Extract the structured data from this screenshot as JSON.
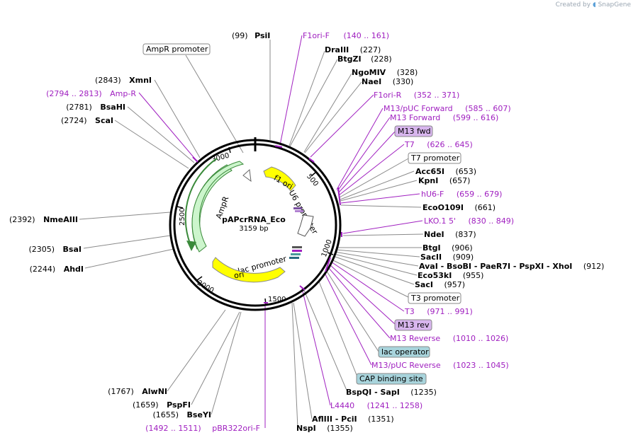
{
  "credit": {
    "prefix": "Created by",
    "app": "SnapGene"
  },
  "plasmid": {
    "name": "pAPcrRNA_Eco",
    "size": "3159 bp"
  },
  "ticks": [
    "500",
    "1000",
    "1500",
    "2000",
    "2500",
    "3000"
  ],
  "features": [
    {
      "name": "f1 ori",
      "type": "ori"
    },
    {
      "name": "U6 promoter",
      "type": "promoter"
    },
    {
      "name": "lac promoter",
      "type": "promoter"
    },
    {
      "name": "ori",
      "type": "ori"
    },
    {
      "name": "AmpR",
      "type": "cds"
    }
  ],
  "right_labels": [
    {
      "pos": "(99)",
      "name": "PsiI"
    },
    {
      "name": "F1ori-F",
      "range": "(140 .. 161)"
    },
    {
      "name": "DraIII",
      "pos": "(227)"
    },
    {
      "name": "BtgZI",
      "pos": "(228)"
    },
    {
      "name": "NgoMIV",
      "pos": "(328)"
    },
    {
      "name": "NaeI",
      "pos": "(330)"
    },
    {
      "name": "F1ori-R",
      "range": "(352 .. 371)"
    },
    {
      "name": "M13/pUC Forward",
      "range": "(585 .. 607)"
    },
    {
      "name": "M13 Forward",
      "range": "(599 .. 616)"
    },
    {
      "name": "M13 fwd"
    },
    {
      "name": "T7",
      "range": "(626 .. 645)"
    },
    {
      "name": "T7 promoter"
    },
    {
      "name": "Acc65I",
      "pos": "(653)"
    },
    {
      "name": "KpnI",
      "pos": "(657)"
    },
    {
      "name": "hU6-F",
      "range": "(659 .. 679)"
    },
    {
      "name": "EcoO109I",
      "pos": "(661)"
    },
    {
      "name": "LKO.1 5'",
      "range": "(830 .. 849)"
    },
    {
      "name": "NdeI",
      "pos": "(837)"
    },
    {
      "name": "BtgI",
      "pos": "(906)"
    },
    {
      "name": "SacII",
      "pos": "(909)"
    },
    {
      "name": "AvaI - BsoBI - PaeR7I - PspXI - XhoI",
      "pos": "(912)"
    },
    {
      "name": "Eco53kI",
      "pos": "(955)"
    },
    {
      "name": "SacI",
      "pos": "(957)"
    },
    {
      "name": "T3 promoter"
    },
    {
      "name": "T3",
      "range": "(971 .. 991)"
    },
    {
      "name": "M13 rev"
    },
    {
      "name": "M13 Reverse",
      "range": "(1010 .. 1026)"
    },
    {
      "name": "lac operator"
    },
    {
      "name": "M13/pUC Reverse",
      "range": "(1023 .. 1045)"
    },
    {
      "name": "CAP binding site"
    },
    {
      "name": "BspQI - SapI",
      "pos": "(1235)"
    },
    {
      "name": "L4440",
      "range": "(1241 .. 1258)"
    },
    {
      "name": "AflIII - PciI",
      "pos": "(1351)"
    },
    {
      "name": "NspI",
      "pos": "(1355)"
    }
  ],
  "left_labels": [
    {
      "name": "AmpR promoter"
    },
    {
      "pos": "(2843)",
      "name": "XmnI"
    },
    {
      "range": "(2794 .. 2813)",
      "name": "Amp-R"
    },
    {
      "pos": "(2781)",
      "name": "BsaHI"
    },
    {
      "pos": "(2724)",
      "name": "ScaI"
    },
    {
      "pos": "(2392)",
      "name": "NmeAIII"
    },
    {
      "pos": "(2305)",
      "name": "BsaI"
    },
    {
      "pos": "(2244)",
      "name": "AhdI"
    },
    {
      "pos": "(1767)",
      "name": "AlwNI"
    },
    {
      "pos": "(1659)",
      "name": "PspFI"
    },
    {
      "pos": "(1655)",
      "name": "BseYI"
    },
    {
      "range": "(1492 .. 1511)",
      "name": "pBR322ori-F"
    }
  ],
  "colors": {
    "backbone": "#000000",
    "enzyme_line": "#8a8a8a",
    "primer": "#a020c0",
    "ori_fill": "#ffff00",
    "ampr_fill": "#ccf5cc",
    "ampr_stroke": "#3a8a3a",
    "promoter_fill": "#ffffff",
    "primer_box_fill": "#d8b6ee",
    "regulatory_box_fill": "#a8d4dc"
  }
}
